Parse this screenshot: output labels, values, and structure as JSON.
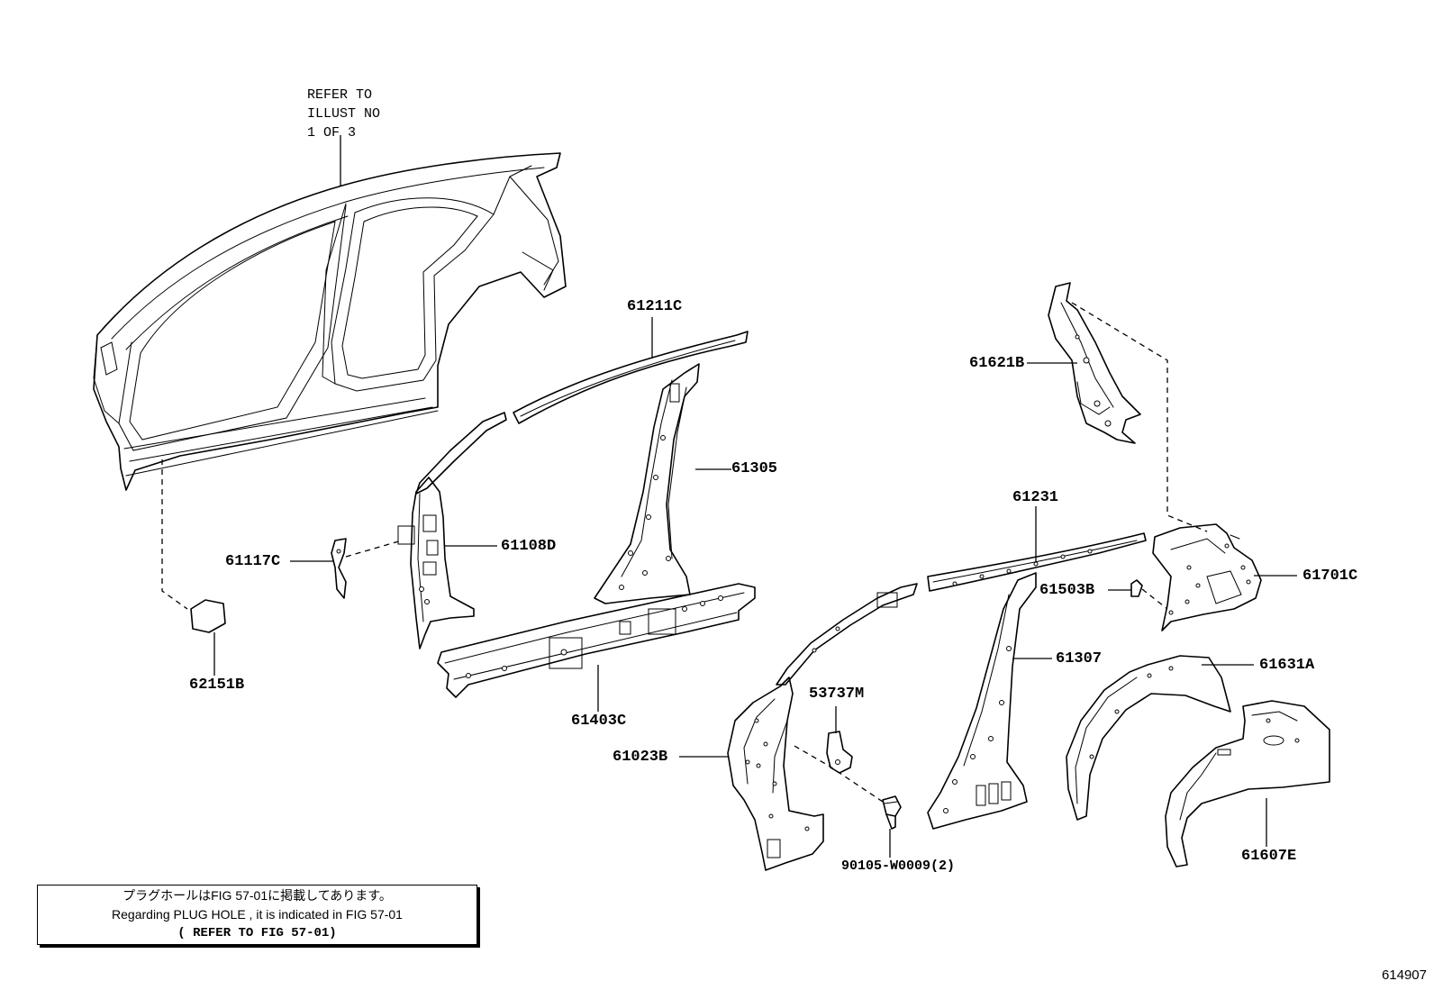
{
  "reference_note": {
    "line1": "REFER TO",
    "line2": "ILLUST NO",
    "line3": "1 OF 3"
  },
  "part_labels": {
    "p61211C": "61211C",
    "p61305": "61305",
    "p61108D": "61108D",
    "p61117C": "61117C",
    "p62151B": "62151B",
    "p61403C": "61403C",
    "p61621B": "61621B",
    "p61231": "61231",
    "p61701C": "61701C",
    "p61503B": "61503B",
    "p61307": "61307",
    "p61631A": "61631A",
    "p53737M": "53737M",
    "p61023B": "61023B",
    "p90105": "90105-W0009(2)",
    "p61607E": "61607E"
  },
  "plug_hole_note": {
    "japanese": "プラグホールはFIG 57-01に掲載してあります。",
    "english": "Regarding PLUG HOLE , it is indicated in FIG 57-01",
    "refer": "( REFER TO FIG 57-01)"
  },
  "illustration_code": "614907"
}
